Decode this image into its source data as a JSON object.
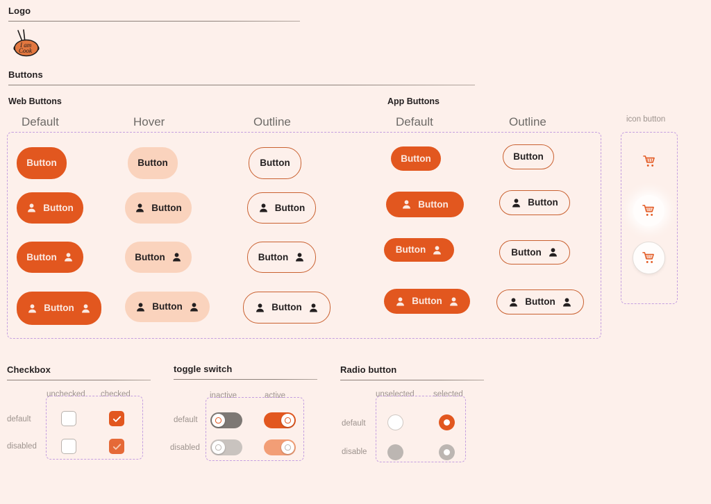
{
  "sections": {
    "logo": {
      "title": "Logo",
      "brand_text_line1": "I am",
      "brand_text_line2": "Cook"
    },
    "buttons": {
      "title": "Buttons",
      "web_label": "Web Buttons",
      "app_label": "App Buttons",
      "columns": {
        "default": "Default",
        "hover": "Hover",
        "outline": "Outline",
        "app_default": "Default",
        "app_outline": "Outline",
        "icon_button": "icon button"
      },
      "button_label": "Button",
      "icons": {
        "person": "person-icon",
        "cart": "shopping-cart-icon"
      }
    },
    "checkbox": {
      "title": "Checkbox",
      "columns": [
        "unchecked",
        "checked"
      ],
      "rows": [
        "default",
        "disabled"
      ]
    },
    "toggle": {
      "title": "toggle switch",
      "columns": [
        "inactive",
        "active"
      ],
      "rows": [
        "default",
        "disabled"
      ]
    },
    "radio": {
      "title": "Radio button",
      "columns": [
        "unselected",
        "selected"
      ],
      "rows": [
        "default",
        "disable"
      ]
    }
  },
  "colors": {
    "background": "#FDF0EB",
    "primary": "#E2571F",
    "hover": "#FAD3BD",
    "outline_border": "#C9602F",
    "dashed_frame": "#c49ee0",
    "muted_text": "#9d938e",
    "toggle_off": "#7D7874",
    "disabled_gray": "#BCB6B2"
  }
}
